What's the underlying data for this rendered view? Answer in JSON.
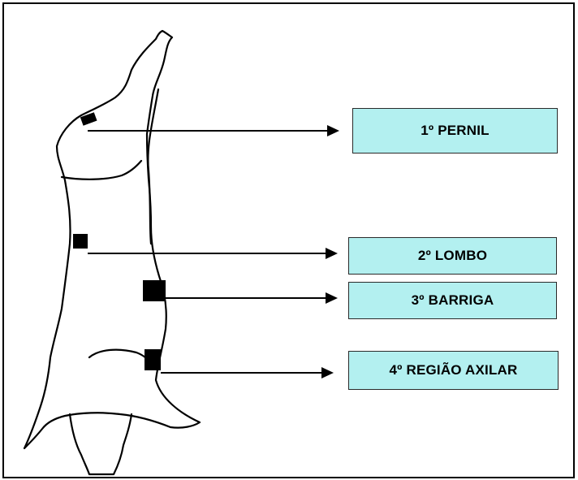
{
  "labels": [
    {
      "id": "pernil",
      "text": "1º PERNIL"
    },
    {
      "id": "lombo",
      "text": "2º LOMBO"
    },
    {
      "id": "barriga",
      "text": "3º BARRIGA"
    },
    {
      "id": "axilar",
      "text": "4º REGIÃO AXILAR"
    }
  ],
  "colors": {
    "box_fill": "#b3f0f0",
    "line": "#000000",
    "frame": "#000000"
  }
}
